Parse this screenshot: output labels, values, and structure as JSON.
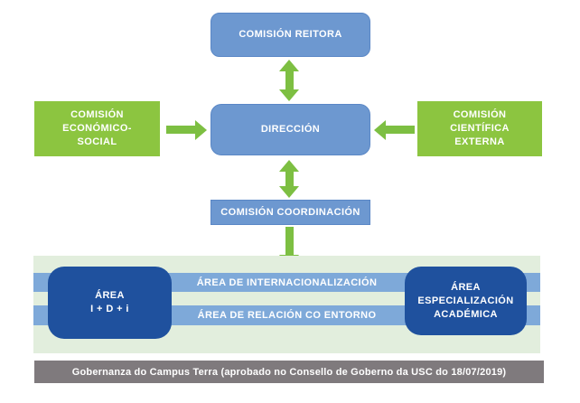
{
  "colors": {
    "blue": "#6d98d0",
    "blue-border": "#5a87c6",
    "green": "#8cc540",
    "arrow-green": "#7dbf42",
    "dark-blue": "#1f519e",
    "band-blue": "#7ea9d9",
    "panel-green": "#e2eedd",
    "gray": "#7f7a7d"
  },
  "nodes": {
    "reitora": {
      "label": "COMISIÓN REITORA"
    },
    "economico_social": {
      "label": "COMISIÓN\nECONÓMICO-\nSOCIAL"
    },
    "direccion": {
      "label": "DIRECCIÓN"
    },
    "cientifica_externa": {
      "label": "COMISIÓN\nCIENTÍFICA\nEXTERNA"
    },
    "coordinacion": {
      "label": "COMISIÓN COORDINACIÓN"
    },
    "area_internacionalizacion": {
      "label": "ÁREA DE INTERNACIONALIZACIÓN"
    },
    "area_relacion_entorno": {
      "label": "ÁREA DE RELACIÓN CO ENTORNO"
    },
    "area_idi": {
      "label": "ÁREA\nI + D + i"
    },
    "area_especializacion": {
      "label": "ÁREA\nESPECIALIZACIÓN\nACADÉMICA"
    }
  },
  "caption": "Gobernanza do Campus Terra (aprobado no Consello de Goberno da USC do 18/07/2019)"
}
